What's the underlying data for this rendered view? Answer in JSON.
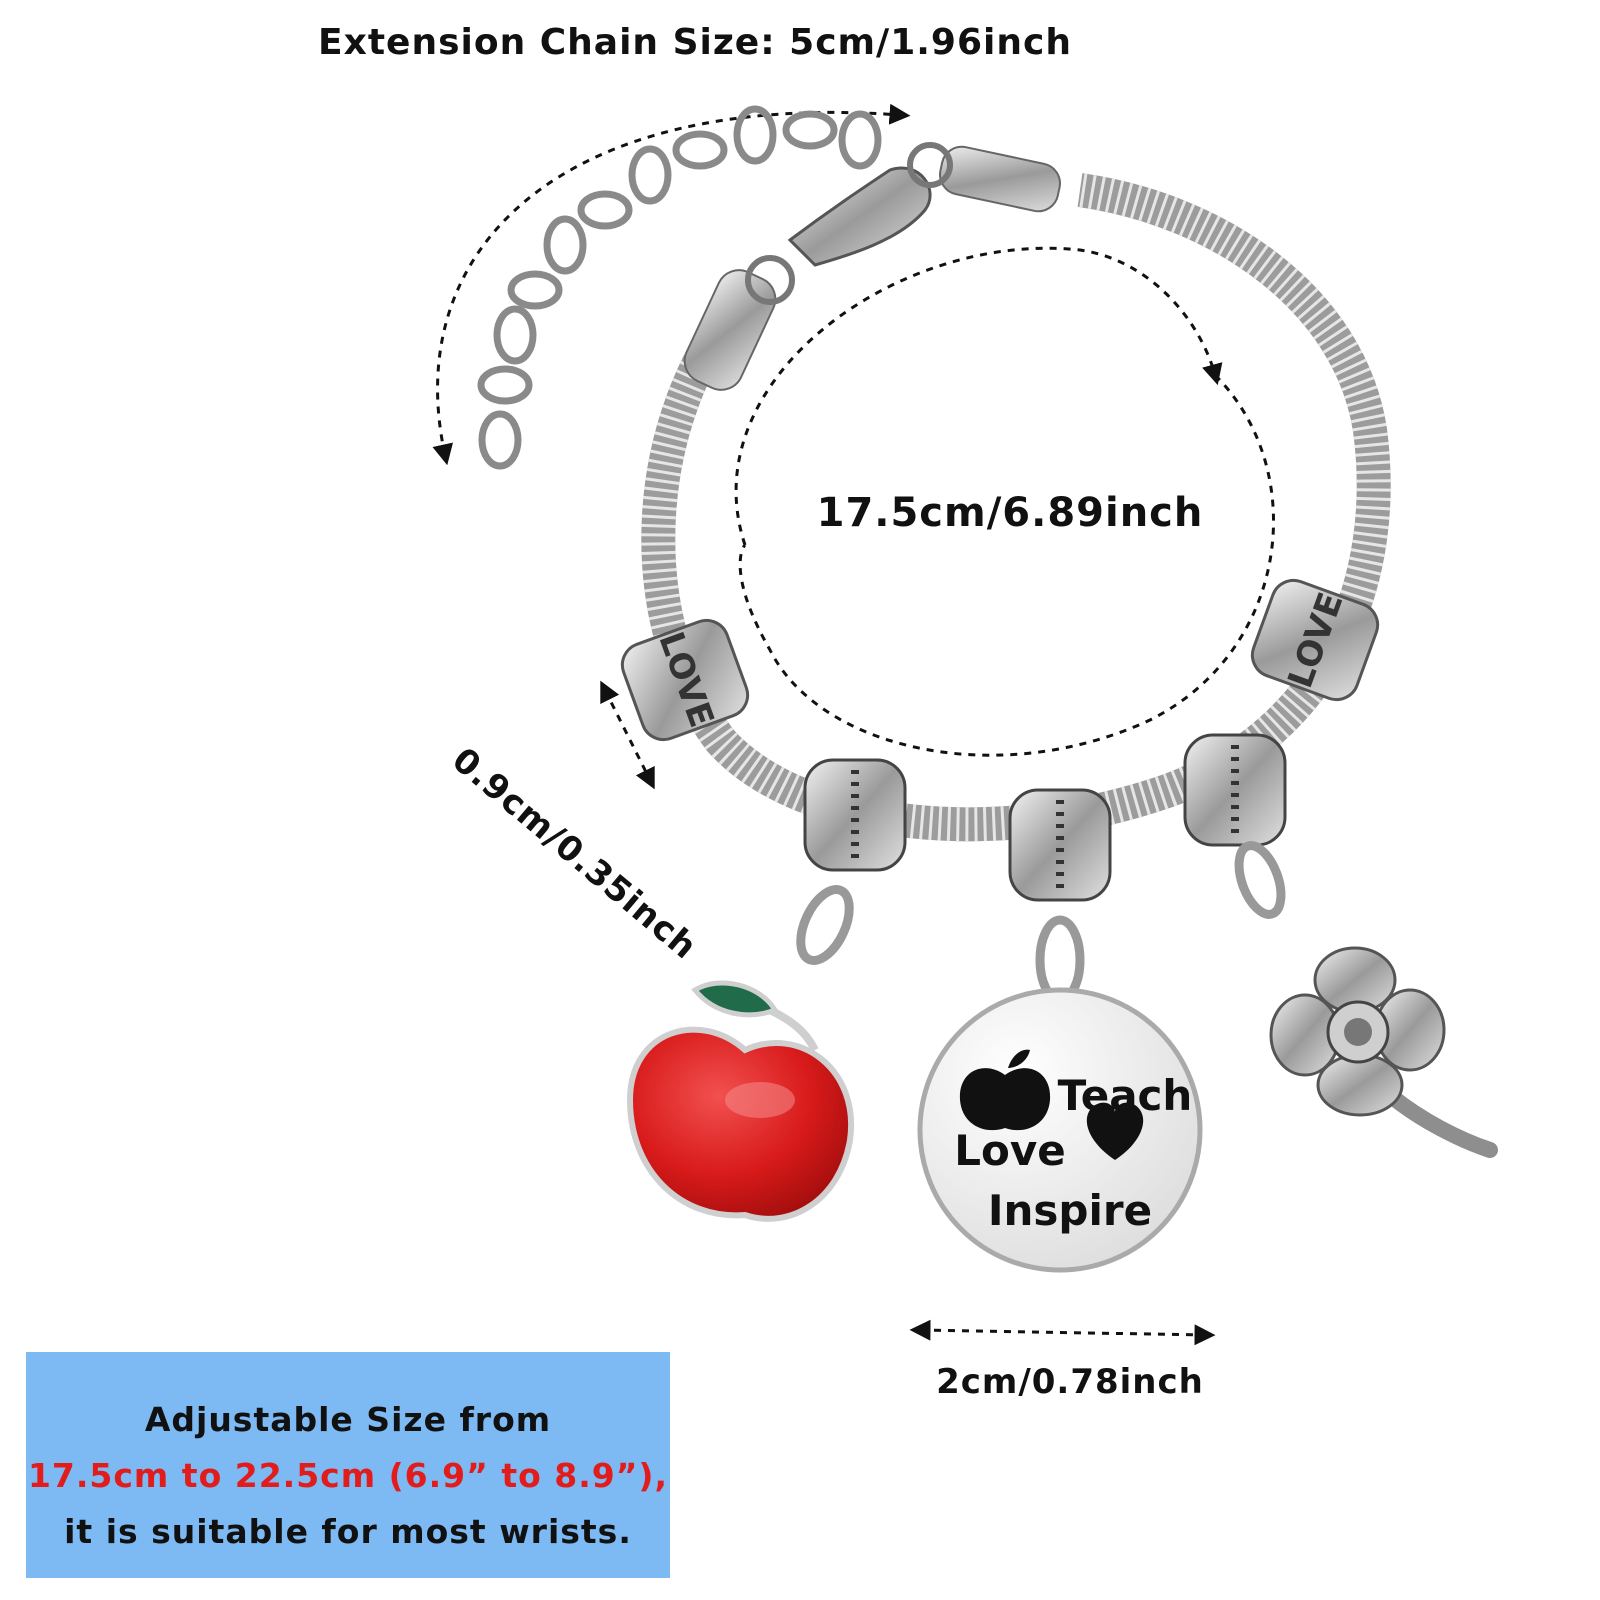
{
  "dimensions": {
    "extension_chain": "Extension Chain Size: 5cm/1.96inch",
    "circumference": "17.5cm/6.89inch",
    "bead_width": "0.9cm/0.35inch",
    "charm_width": "2cm/0.78inch"
  },
  "charm": {
    "line1": "Teach",
    "line2": "Love",
    "line3": "Inspire"
  },
  "beads": {
    "left_text": "LOVE",
    "right_text": "LOVE"
  },
  "info_box": {
    "line1": "Adjustable Size from",
    "line2": "17.5cm to 22.5cm (6.9” to 8.9”),",
    "line3": "it is suitable for most wrists."
  },
  "colors": {
    "info_background": "#7db9f3",
    "highlight": "#e21b1b",
    "apple": "#d81a1a",
    "leaf": "#1f6b4a",
    "metal": "#b9b9b9"
  }
}
